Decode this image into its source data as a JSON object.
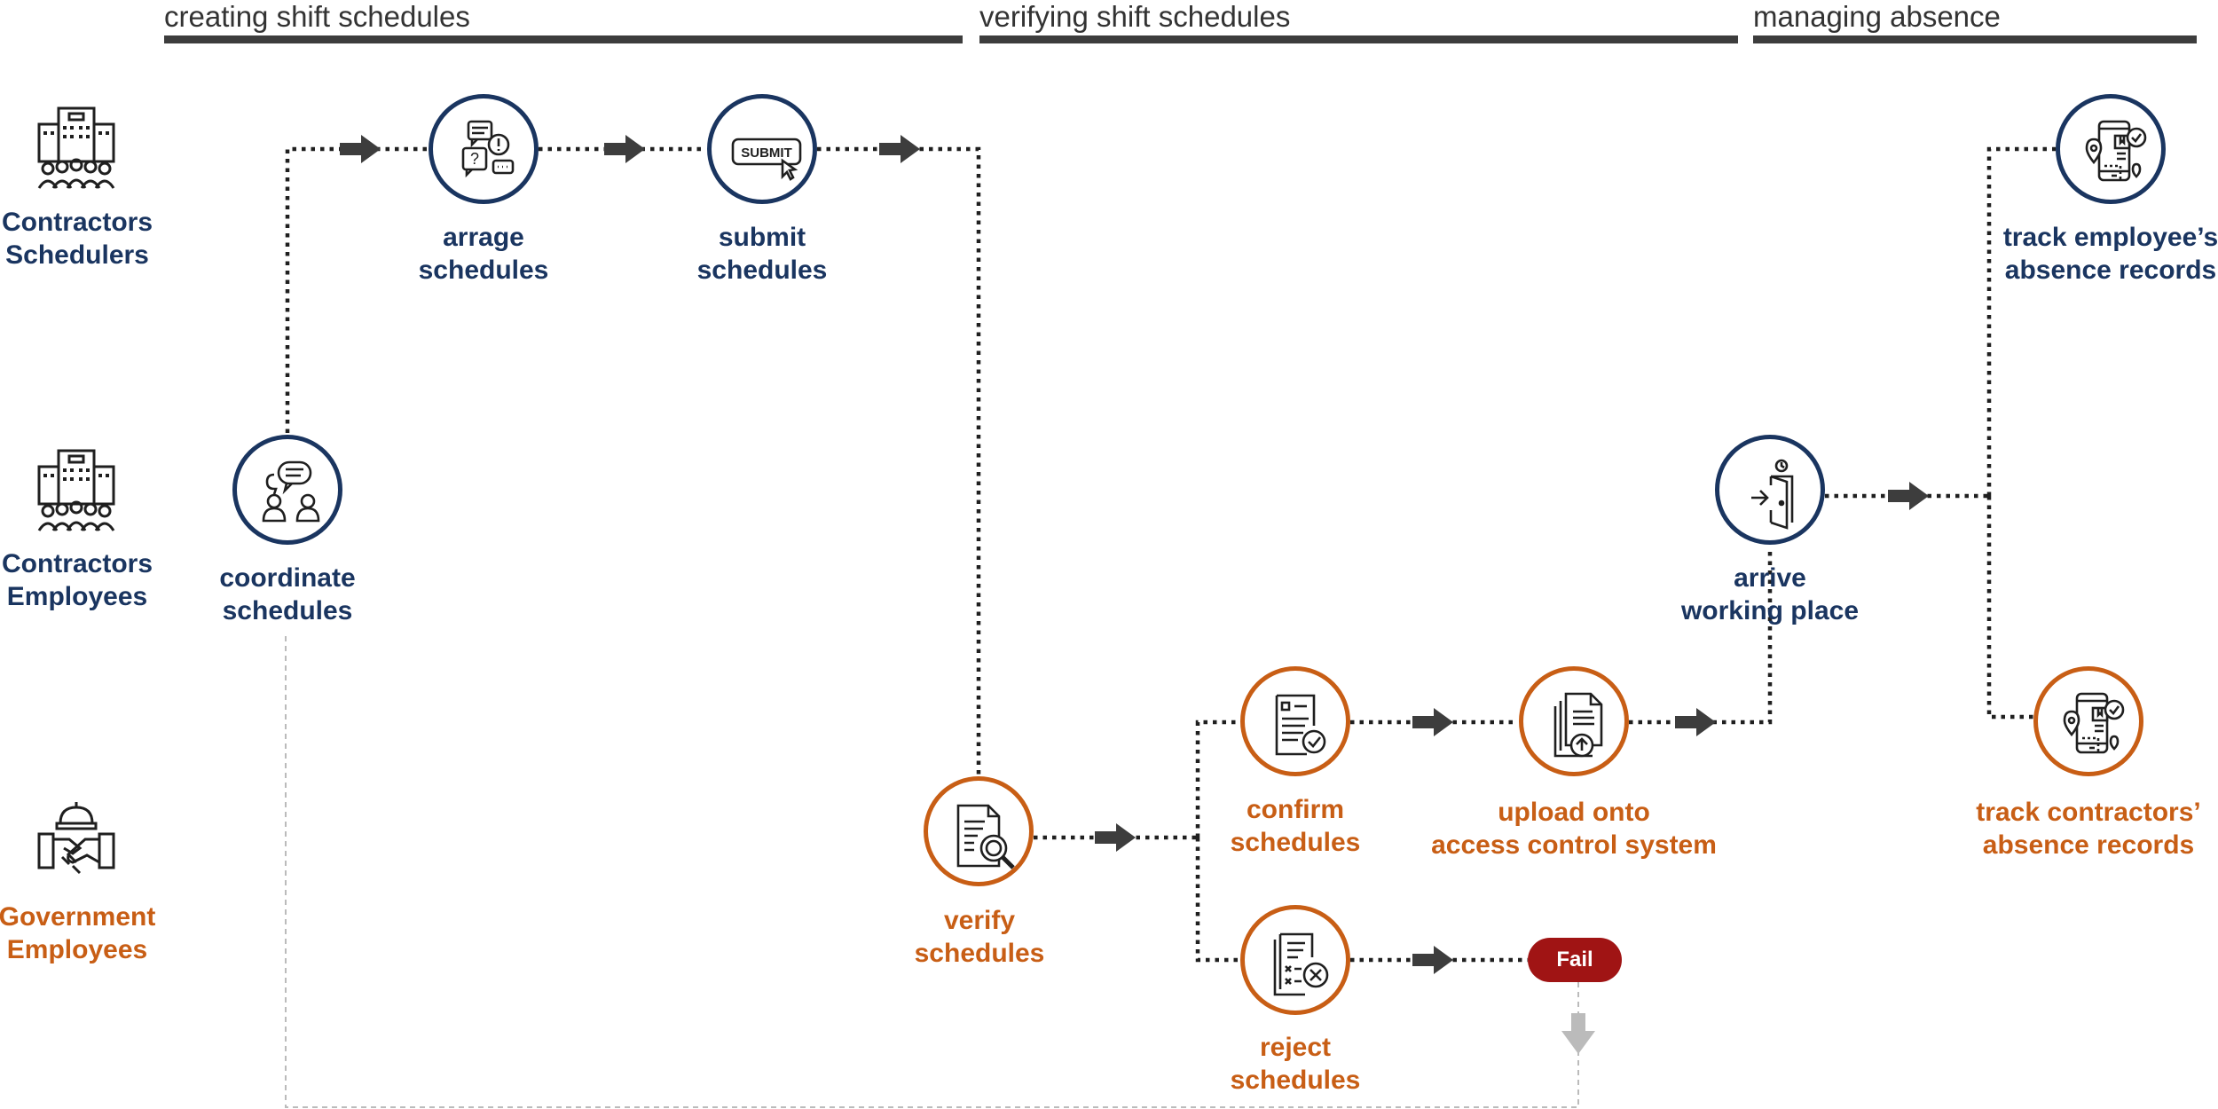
{
  "phases": [
    {
      "label": "creating shift schedules"
    },
    {
      "label": "verifying shift schedules"
    },
    {
      "label": "managing absence"
    }
  ],
  "lanes": [
    {
      "line1": "Contractors",
      "line2": "Schedulers",
      "color": "#1a3560",
      "icon": "office-building-people-icon"
    },
    {
      "line1": "Contractors",
      "line2": "Employees",
      "color": "#1a3560",
      "icon": "office-building-people-icon"
    },
    {
      "line1": "Government",
      "line2": "Employees",
      "color": "#c85e15",
      "icon": "government-handshake-icon"
    }
  ],
  "nodes": {
    "coordinate": {
      "line1": "coordinate",
      "line2": "schedules",
      "icon": "discussion-people-icon"
    },
    "arrange": {
      "line1": "arrage",
      "line2": "schedules",
      "icon": "speech-bubbles-icon"
    },
    "submit": {
      "line1": "submit",
      "line2": "schedules",
      "icon": "submit-button-icon",
      "button_text": "SUBMIT"
    },
    "verify": {
      "line1": "verify",
      "line2": "schedules",
      "icon": "document-search-icon"
    },
    "confirm": {
      "line1": "confirm",
      "line2": "schedules",
      "icon": "document-check-icon"
    },
    "reject": {
      "line1": "reject",
      "line2": "schedules",
      "icon": "document-reject-icon"
    },
    "upload": {
      "line1": "upload onto",
      "line2": "access control system",
      "icon": "document-upload-icon"
    },
    "arrive": {
      "line1": "arrive",
      "line2": "working place",
      "icon": "door-entry-icon"
    },
    "track_employee": {
      "line1": "track employee’s",
      "line2": "absence records",
      "icon": "mobile-tracking-icon"
    },
    "track_contractors": {
      "line1": "track contractors’",
      "line2": "absence records",
      "icon": "mobile-tracking-icon"
    }
  },
  "fail_label": "Fail",
  "colors": {
    "navy": "#1a3560",
    "orange": "#c85e15",
    "fail": "#a01414",
    "arrow": "#3d3d3d",
    "loop": "#bbbbbb"
  }
}
